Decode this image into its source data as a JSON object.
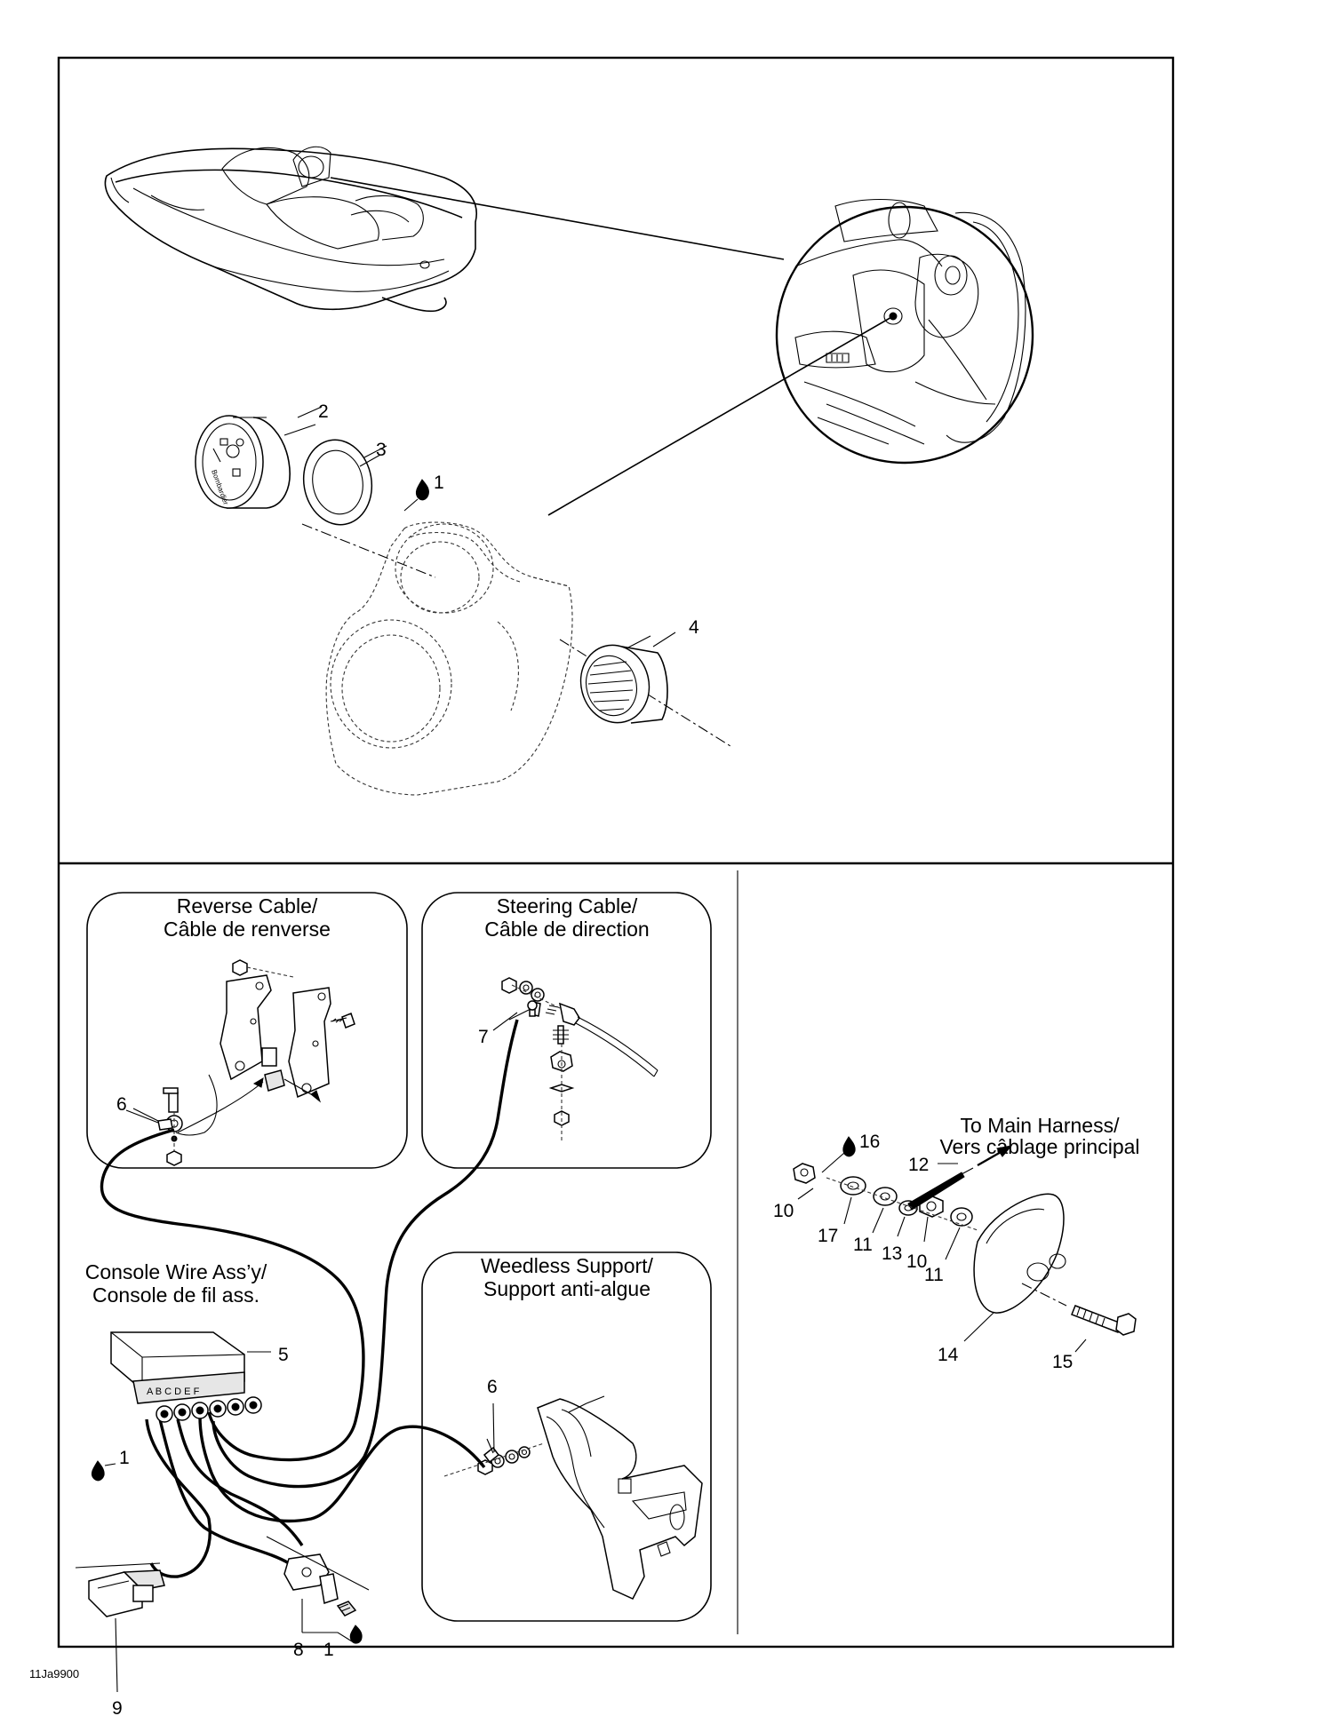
{
  "figure_code": "11Ja9900",
  "insets": {
    "reverse_cable": {
      "line1": "Reverse Cable/",
      "line2": "Câble de renverse"
    },
    "steering_cable": {
      "line1": "Steering Cable/",
      "line2": "Câble de direction"
    },
    "weedless_support": {
      "line1": "Weedless Support/",
      "line2": "Support anti-algue"
    }
  },
  "console_wire": {
    "line1": "Console Wire Ass’y/",
    "line2": "Console de fil ass."
  },
  "connector_letters": "A B C D E F",
  "main_harness": {
    "line1": "To Main Harness/",
    "line2": "Vers câblage principal"
  },
  "callouts": {
    "gauge": "2",
    "ring": "3",
    "sealant_top": "1",
    "nut_4": "4",
    "connector_5": "5",
    "ring_terminal_reverse": "6",
    "ring_terminal_steering": "7",
    "ring_terminal_weedless": "6",
    "sealant_left": "1",
    "connector_9": "9",
    "connector_8": "8",
    "sealant_bottom": "1",
    "sealant_16": "16",
    "wire_12": "12",
    "nut_10a": "10",
    "washer_17": "17",
    "washer_11a": "11",
    "washer_13": "13",
    "nut_10b": "10",
    "washer_11b": "11",
    "plate_14": "14",
    "bolt_15": "15"
  }
}
